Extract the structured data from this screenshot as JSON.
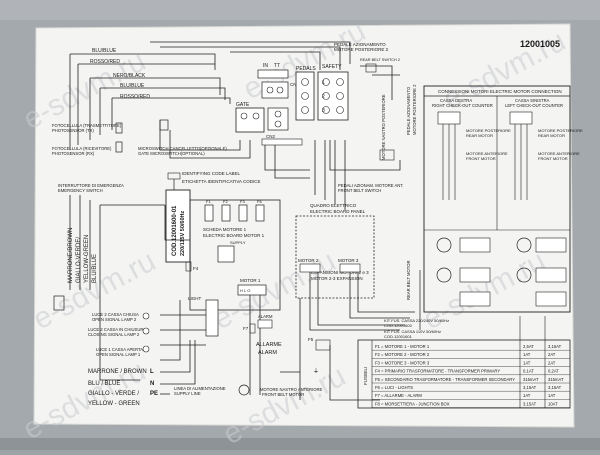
{
  "sheet": {
    "code": "12001005",
    "watermark": "e-sdvm.ru"
  },
  "top_labels": {
    "blu_blue": "BLU/BLUE",
    "rosso_red_top": "ROSSO/RED",
    "nero_black": "NERO/BLACK",
    "blu_blue_2": "BLU/BLUE",
    "rosso_red_2": "ROSSO/RED",
    "pedals": "PEDALS",
    "safety": "SAFETY",
    "in": "IN",
    "tt": "TT",
    "cn1": "CN1",
    "gate": "GATE",
    "cn2": "CN2",
    "tx": "TX",
    "rx": "RX",
    "rear_pedal_it": "PEDALE AZIONAMENTO",
    "rear_pedal_it2": "MOTORE POSTERIORE 2",
    "rear_belt_switch2": "REAR BELT SWITCH 2"
  },
  "photocell": {
    "tx_it": "FOTOCELLULA (TRASMETTITORE)",
    "tx_en": "PHOTOSENSOR (TX)",
    "rx_it": "FOTOCELLULA (RICEVITORE)",
    "rx_en": "PHOTOSENSOR (RX)",
    "micro_it": "MICROSWITCH CANCELLETTO(OPZIONALE)",
    "micro_en": "GATE MICROSWITCH(OPTIONAL)"
  },
  "id_code": {
    "label_en": "IDENTIFYING CODE LABEL",
    "label_it": "ETICHETTA IDENTIFICATIVA CODICE",
    "cod": "COD.12001600-01",
    "voltage": "220/115V 50/60Hz"
  },
  "emergency": {
    "it": "INTERRUTTORE DI EMERGENZA",
    "en": "EMERGENCY SWITCH",
    "w1": "MARRONE/BROWN",
    "w2": "GIALLO-VERDE/",
    "w3": "YELLOW-GREEN",
    "w4": "BLU/BLUE"
  },
  "board": {
    "it": "SCHEDA MOTORE 1",
    "en": "ELECTRIC BOARD MOTOR 1",
    "supply": "SUPPLY",
    "f4": "F4",
    "light": "LIGHT",
    "motor1": "MOTOR 1",
    "hlo": "H   L   O"
  },
  "lamps": {
    "l1_it": "LUCE 2 CASSA CHIUSA",
    "l1_en": "OPEN SIGNAL LAMP 2",
    "l2_it": "LUCE 2 CASSA IN CHIUSURA",
    "l2_en": "CLOSING SIGNAL LAMP 2",
    "l3_it": "LUCE 1 CASSA APERTA",
    "l3_en": "OPEN SIGNAL LAMP 1"
  },
  "supply_lines": {
    "l1": "MARRONE / BROWN",
    "l2": "BLU / BLUE",
    "l3": "GIALLO - VERDE /",
    "l4": "YELLOW - GREEN",
    "l_sym": "L",
    "n_sym": "N",
    "pe_sym": "PE",
    "line_it": "LINEA DI ALIMENTAZIONE",
    "line_en": "SUPPLY LINE"
  },
  "center": {
    "quadro_it": "QUADRO ELETTRICO",
    "quadro_en": "ELECTRIC BOARD PANEL",
    "pedal_ant_it": "PEDALI AZIONAM. MOTORE ANT.",
    "pedal_ant_en": "FRONT BELT SWITCH",
    "exp_it": "ESPANSIONI MOTORI 2 e 3",
    "exp_en": "MOTOR 2-3 EXPANSION",
    "motor2": "MOTOR 2",
    "motor3": "MOTOR 3",
    "alarm_it": "ALLARME",
    "alarm_en": "ALARM",
    "f7": "F7",
    "f5": "F5",
    "front_motor_it": "MOTORE NASTRO ANTERIORE",
    "front_motor_en": "FRONT BELT MOTOR",
    "motore_vert": "MOTORE NASTRO POSTERIORE",
    "rear_belt_vert": "REAR BELT MOTOR"
  },
  "right_panel": {
    "header_it": "CONNESSIONI MOTORI",
    "header_en": "ELECTRIC MOTOR CONNECTION",
    "dx_it": "CASSA DESTRA",
    "dx_en": "RIGHT CHECK-OUT COUNTER",
    "sx_it": "CASSA SINISTRA",
    "sx_en": "LEFT CHECK-OUT COUNTER",
    "front_motor_it": "MOTORE ANTERIORE",
    "front_motor_en": "FRONT MOTOR",
    "rear_motor_it": "MOTORE POSTERIORE",
    "rear_motor_en": "REAR MOTOR"
  },
  "kit": {
    "k1": "KIT FUS. CASSA 220/240V 50/60Hz",
    "k1c": "COD.12001600",
    "k2": "KIT FUS. CASSA 110V 50/60Hz",
    "k2c": "COD.12001601"
  },
  "fuses": {
    "header": "FUSIBILI",
    "rows": [
      {
        "name": "F1 = MOTORE 1 - MOTOR 1",
        "v1": "2,5AT",
        "v2": "3,15AT"
      },
      {
        "name": "F2 = MOTORE 2 - MOTOR 2",
        "v1": "1AT",
        "v2": "2AT"
      },
      {
        "name": "F3 = MOTORE 3 - MOTOR 3",
        "v1": "1AT",
        "v2": "2AT"
      },
      {
        "name": "F4 = PRIMARIO TRASFORMATORE - TRANSFORMER PRIMARY",
        "v1": "0,1AT",
        "v2": "0,2AT"
      },
      {
        "name": "F5 = SECONDARIO TRASFORMATORE - TRANSFORMER SECONDARY",
        "v1": "315mAT",
        "v2": "315mAT"
      },
      {
        "name": "F6 = LUCI - LIGHTS",
        "v1": "3,15AT",
        "v2": "3,15AT"
      },
      {
        "name": "F7 = ALLARME - ALARM",
        "v1": "1AT",
        "v2": "1AT"
      },
      {
        "name": "F8 = MORSETTIERA - JUNCTION BOX",
        "v1": "3,15AT",
        "v2": "10AT"
      }
    ]
  }
}
